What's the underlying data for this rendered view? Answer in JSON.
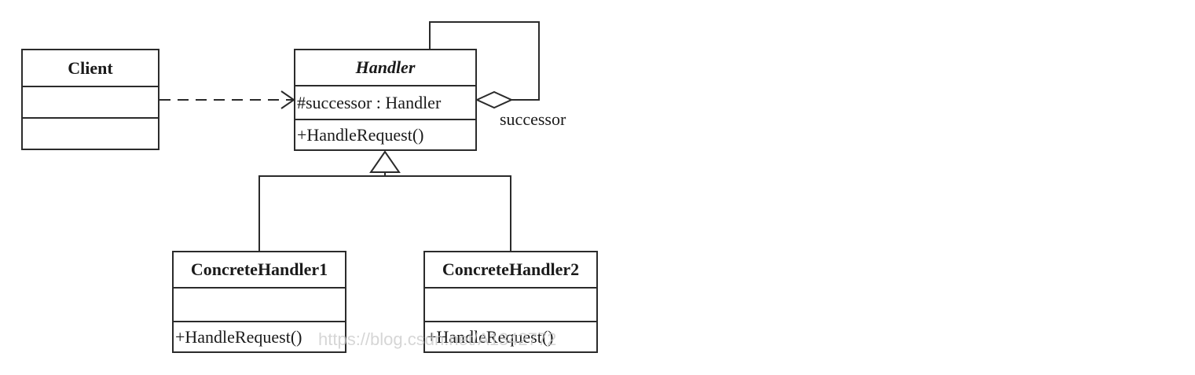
{
  "diagram": {
    "classes": {
      "client": {
        "name": "Client",
        "attributes": "",
        "operations": ""
      },
      "handler": {
        "name": "Handler",
        "attributes": "#successor : Handler",
        "operations": "+HandleRequest()"
      },
      "concrete1": {
        "name": "ConcreteHandler1",
        "attributes": "",
        "operations": "+HandleRequest()"
      },
      "concrete2": {
        "name": "ConcreteHandler2",
        "attributes": "",
        "operations": "+HandleRequest()"
      }
    },
    "relations": {
      "self_association_role": "successor"
    },
    "watermark": "https://blog.csdn.net/A1342772"
  }
}
